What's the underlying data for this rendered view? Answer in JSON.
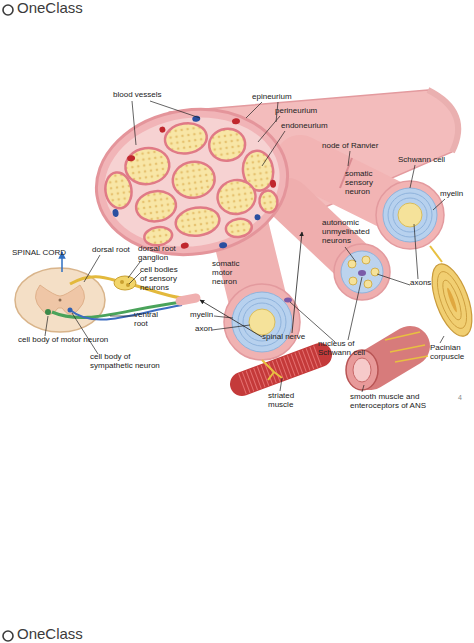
{
  "diagram": {
    "labels": [
      "OneClass",
      "blood vessels",
      "epineurium",
      "perineurium",
      "endoneurium",
      "node of Ranvier",
      "Schwann cell",
      "somatic sensory neuron",
      "myelin",
      "autonomic unmyelinated neurons",
      "dorsal root",
      "dorsal root ganglion",
      "SPINAL CORD",
      "somatic motor neuron",
      "cell bodies of sensory neurons",
      "axons",
      "myelin",
      "ventral root",
      "axon",
      "spinal nerve",
      "cell body of motor neuron",
      "nucleus of Schwann cell",
      "Pacinian corpuscle",
      "cell body of sympathetic neuron",
      "smooth muscle and enteroceptors of ANS",
      "striated muscle",
      "4",
      "OneClass"
    ]
  }
}
